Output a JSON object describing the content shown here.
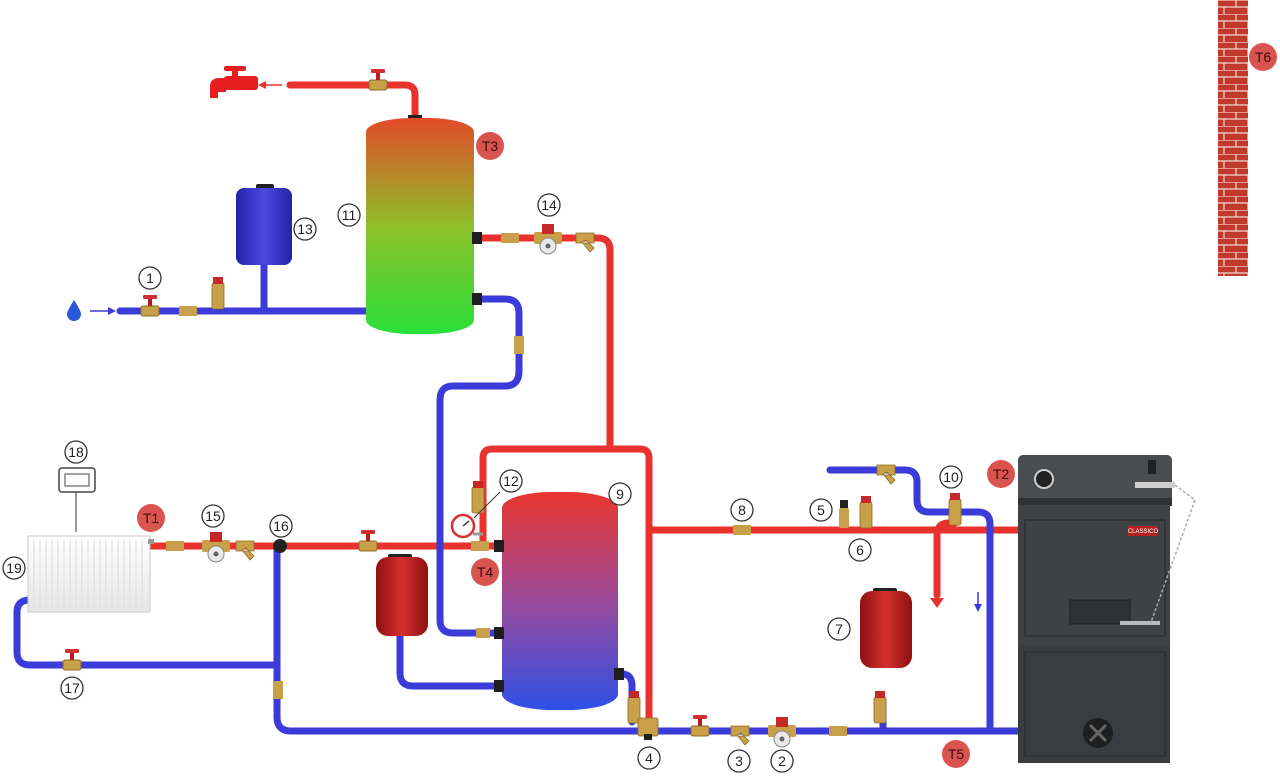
{
  "number_labels": [
    "1",
    "2",
    "3",
    "4",
    "5",
    "6",
    "7",
    "8",
    "9",
    "10",
    "11",
    "12",
    "13",
    "14",
    "15",
    "16",
    "17",
    "18",
    "19"
  ],
  "sensor_tags": [
    "T1",
    "T2",
    "T3",
    "T4",
    "T5",
    "T6"
  ],
  "boiler_brand": "CLASSICO",
  "colors": {
    "hot_pipe": "#e8322e",
    "cold_pipe": "#3b3bd9",
    "brass": "#c9a04a",
    "tag_fill": "#d9534f",
    "brick": "#c0392b",
    "boiler_body": "#3f4245"
  },
  "icons": [
    "water-drop-icon",
    "faucet-icon",
    "boiler-icon",
    "radiator-icon",
    "thermostat-icon",
    "brick-chimney-icon"
  ]
}
